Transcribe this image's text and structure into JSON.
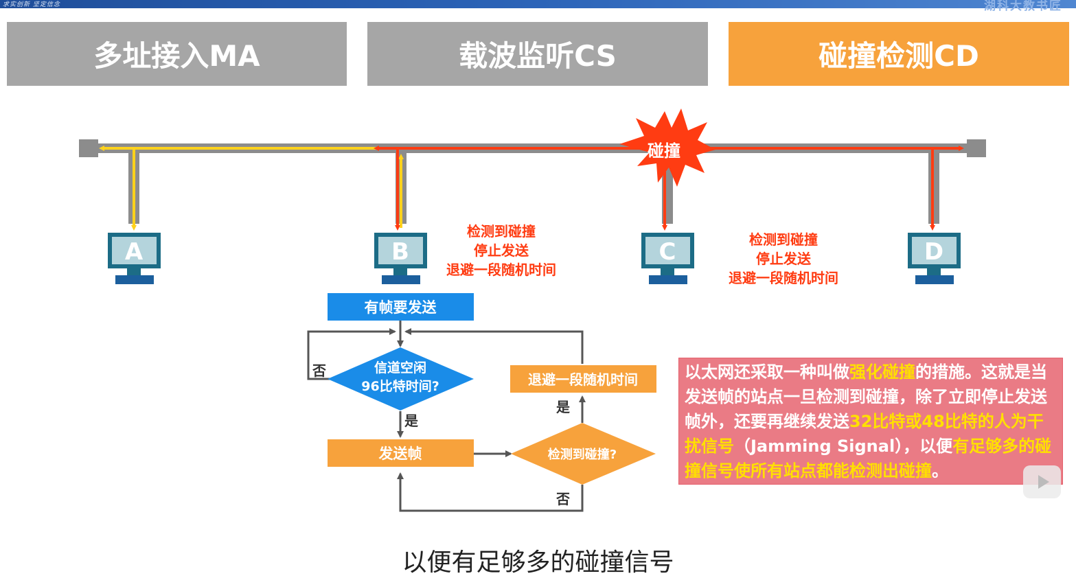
{
  "topbar": {
    "left_text": "求实创新 坚定信念",
    "right_text": "湖科大教书匠"
  },
  "tabs": [
    {
      "label": "多址接入MA"
    },
    {
      "label": "载波监听CS"
    },
    {
      "label": "碰撞检测CD"
    }
  ],
  "bus": {
    "collision_label": "碰撞"
  },
  "stations": [
    {
      "label": "A"
    },
    {
      "label": "B"
    },
    {
      "label": "C"
    },
    {
      "label": "D"
    }
  ],
  "notes": {
    "b": [
      "检测到碰撞",
      "停止发送",
      "退避一段随机时间"
    ],
    "c": [
      "检测到碰撞",
      "停止发送",
      "退避一段随机时间"
    ]
  },
  "flowchart": {
    "start": "有帧要发送",
    "decision_idle": [
      "信道空闲",
      "96比特时间?"
    ],
    "send": "发送帧",
    "decision_collision": "检测到碰撞?",
    "backoff": "退避一段随机时间",
    "yes": "是",
    "no": "否"
  },
  "info": {
    "p1": "以太网还采取一种叫做",
    "h1": "强化碰撞",
    "p2": "的措施。这就是当发送帧的站点一旦检测到碰撞，除了立即停止发送帧外，还要再继续发送",
    "h2": "32比特或48比特的人为干扰信号",
    "p3": "（Jamming Signal），以便",
    "h3": "有足够多的碰撞信号使所有站点都能检测出碰撞",
    "p4": "。"
  },
  "subtitle": "以便有足够多的碰撞信号",
  "colors": {
    "yellow": "#ffd21c",
    "red": "#ff3c12",
    "blue": "#1a8ce8",
    "orange": "#f7a23c",
    "gray": "#8c8c8c"
  }
}
